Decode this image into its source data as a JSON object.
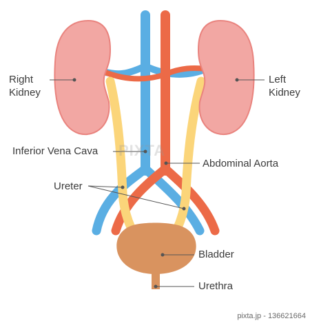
{
  "labels": {
    "right_kidney": [
      "Right",
      "Kidney"
    ],
    "left_kidney": [
      "Left",
      "Kidney"
    ],
    "inferior_vena_cava": "Inferior Vena Cava",
    "abdominal_aorta": "Abdominal Aorta",
    "ureter": "Ureter",
    "bladder": "Bladder",
    "urethra": "Urethra"
  },
  "watermark": "PIXTA",
  "credit": "pixta.jp - 136621664",
  "colors": {
    "kidney_fill": "#f2a7a3",
    "kidney_outline": "#e9837e",
    "vein": "#5aaee3",
    "artery": "#ec6a47",
    "ureter": "#fbd57a",
    "bladder": "#d9935f",
    "leader": "#555555"
  }
}
